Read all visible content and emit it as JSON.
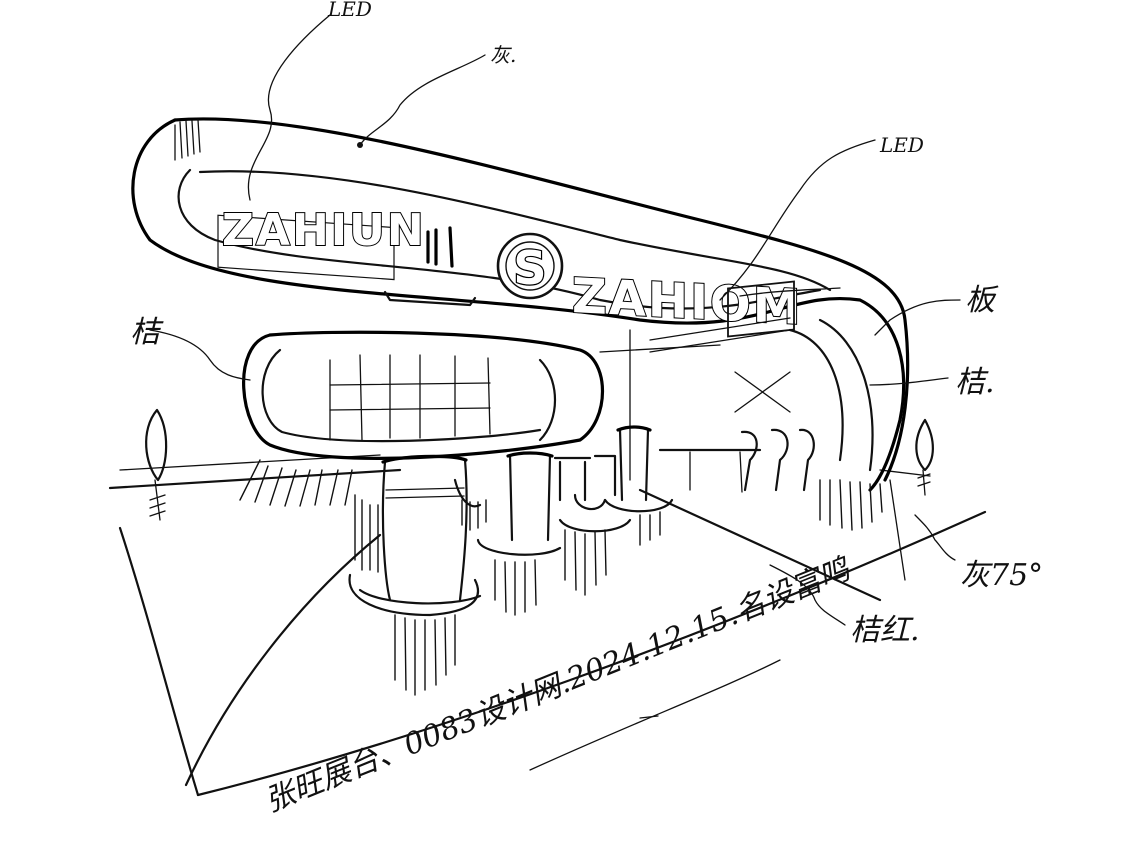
{
  "brand": {
    "logo_text_left": "ZAHIUN",
    "logo_text_right": "ZAHIOM",
    "emblem_letter": "S"
  },
  "annotations": {
    "led_top": "LED",
    "gray_top": "灰.",
    "led_right": "LED",
    "board_right": "板",
    "orange_left": "桔",
    "orange_right": "桔.",
    "gray_75": "灰75°",
    "orange_red": "桔红."
  },
  "signature": "张旺展台、0083设计网.2024.12.15.名设富鸣"
}
